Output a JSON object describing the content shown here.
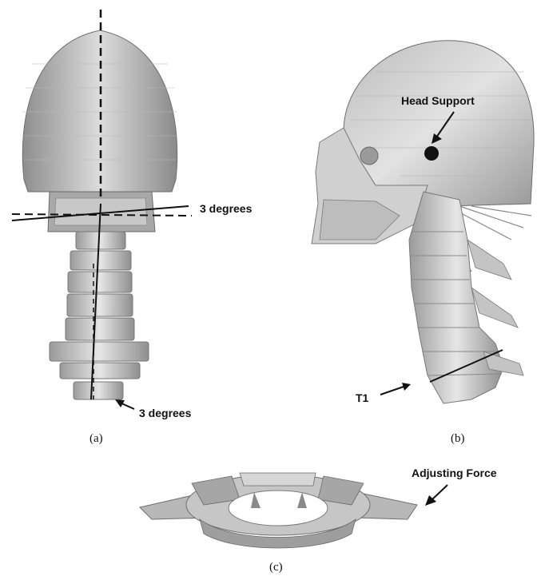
{
  "figure": {
    "panels": [
      {
        "caption": "(a)",
        "annotations": [
          "3 degrees",
          "3 degrees"
        ]
      },
      {
        "caption": "(b)",
        "annotations": [
          "Head Support",
          "T1"
        ]
      },
      {
        "caption": "(c)",
        "annotations": [
          "Adjusting Force"
        ]
      }
    ]
  },
  "colors": {
    "model": "#c9c9c9",
    "shade": "#9a9a9a",
    "line": "#111111"
  }
}
